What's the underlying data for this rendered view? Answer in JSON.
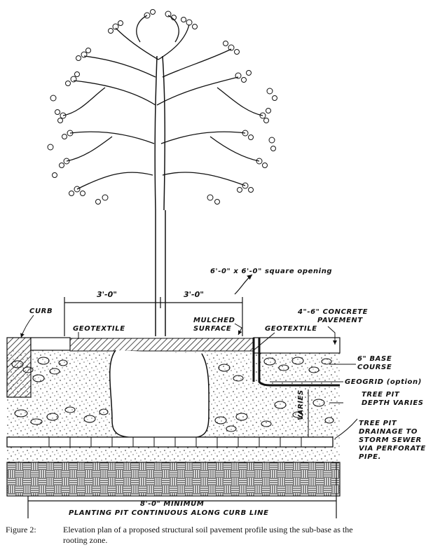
{
  "figure": {
    "label": "Figure 2:",
    "caption": "Elevation plan of a proposed structural soil pavement profile using the sub-base as the rooting zone."
  },
  "annotations": {
    "opening": "6'-0\" x 6'-0\" square opening",
    "dim_left": "3'-0\"",
    "dim_right": "3'-0\"",
    "curb": "CURB",
    "geotextile_left": "GEOTEXTILE",
    "mulched_surface_1": "MULCHED",
    "mulched_surface_2": "SURFACE",
    "geotextile_right": "GEOTEXTILE",
    "concrete_1": "4\"-6\" CONCRETE",
    "concrete_2": "PAVEMENT",
    "base_course_1": "6\" BASE",
    "base_course_2": "COURSE",
    "geogrid": "GEOGRID (option)",
    "pit_depth_1": "TREE PIT",
    "pit_depth_2": "DEPTH VARIES",
    "varies": "VARIES",
    "drainage_1": "TREE PIT",
    "drainage_2": "DRAINAGE TO",
    "drainage_3": "STORM SEWER",
    "drainage_4": "VIA PERFORATE",
    "drainage_5": "PIPE.",
    "minimum": "8'-0\" MINIMUM",
    "continuous": "PLANTING PIT CONTINUOUS ALONG CURB LINE"
  },
  "colors": {
    "ink": "#111111",
    "paper": "#ffffff",
    "hatch": "#333333"
  }
}
